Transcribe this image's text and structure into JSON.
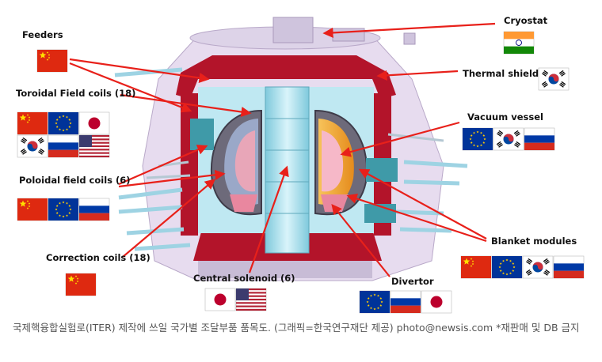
{
  "colors": {
    "arrow": "#e8201a",
    "label": "#111111",
    "caption": "#555555",
    "cryostat_red": "#b3142a",
    "vessel_orange": "#f2a531",
    "cyan_structure": "#8fd6e6"
  },
  "labels": {
    "feeders": "Feeders",
    "cryostat": "Cryostat",
    "thermal_shield": "Thermal shield",
    "tf_coils": "Toroidal Field coils (18)",
    "vacuum_vessel": "Vacuum vessel",
    "pf_coils": "Poloidal field coils (6)",
    "blanket_modules": "Blanket modules",
    "correction_coils": "Correction coils (18)",
    "central_solenoid": "Central solenoid (6)",
    "divertor": "Divertor"
  },
  "flags": {
    "feeders": [
      "china"
    ],
    "cryostat": [
      "india"
    ],
    "thermal_shield": [
      "korea"
    ],
    "tf_coils": [
      "china",
      "eu",
      "japan",
      "korea",
      "russia",
      "usa"
    ],
    "vacuum_vessel": [
      "eu",
      "korea",
      "russia"
    ],
    "pf_coils": [
      "china",
      "eu",
      "russia"
    ],
    "blanket_modules": [
      "china",
      "eu",
      "korea",
      "russia"
    ],
    "correction_coils": [
      "china"
    ],
    "central_solenoid": [
      "japan",
      "usa"
    ],
    "divertor": [
      "eu",
      "russia",
      "japan"
    ]
  },
  "caption": "국제핵융합실험로(ITER) 제작에 쓰일 국가별 조달부품 품목도. (그래픽=한국연구재단 제공) photo@newsis.com *재판매 및 DB 금지"
}
